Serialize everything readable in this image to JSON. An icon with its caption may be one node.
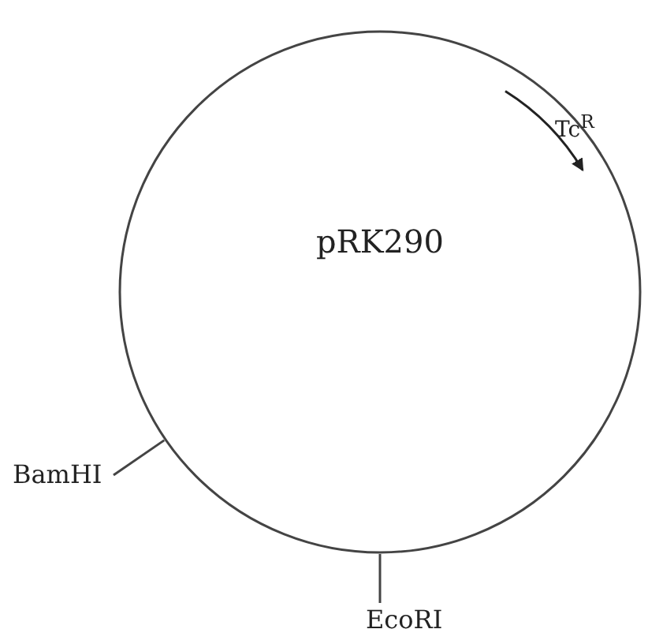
{
  "diagram": {
    "nodes": [
      {
        "text": [
          "pRK290"
        ]
      },
      {
        "text": [
          "BamHI"
        ]
      },
      {
        "text": [
          "EcoRI"
        ]
      }
    ],
    "edges": [
      {
        "from": 1,
        "to": 0,
        "arrow": "none"
      },
      {
        "from": 2,
        "to": 0,
        "arrow": "none"
      }
    ],
    "labels": [
      "Tc$^{R}$"
    ]
  }
}
